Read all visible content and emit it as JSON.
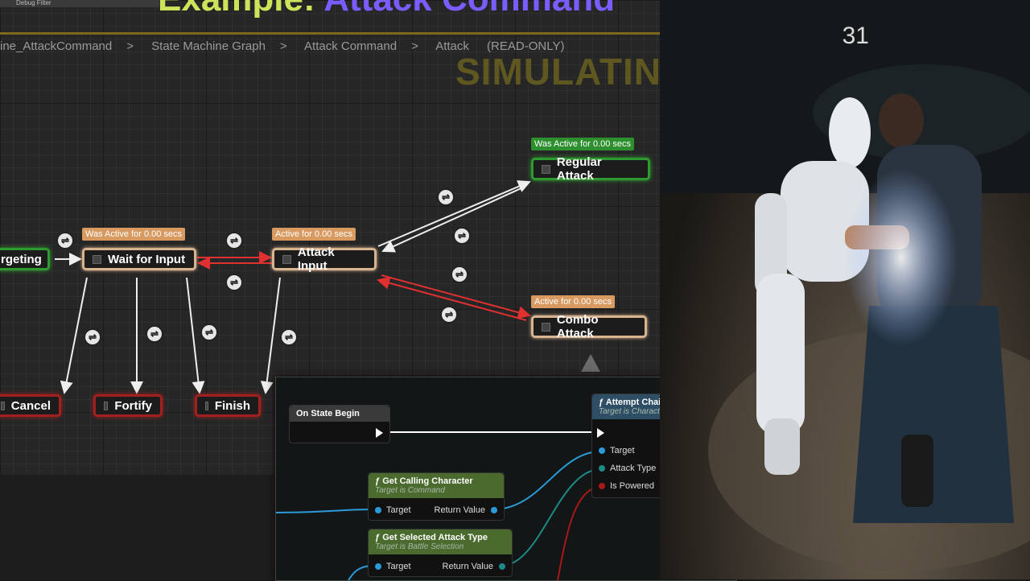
{
  "header": {
    "debug_filter": "Debug Filter",
    "title_part1": "Example: ",
    "title_part2": "Attack Command",
    "breadcrumb": [
      "ine_AttackCommand",
      "State Machine Graph",
      "Attack Command",
      "Attack",
      "(READ-ONLY)"
    ],
    "breadcrumb_sep": ">",
    "simulating": "SIMULATING"
  },
  "states": {
    "targeting": "rgeting",
    "wait_for_input": "Wait for Input",
    "attack_input": "Attack Input",
    "regular_attack": "Regular Attack",
    "combo_attack": "Combo Attack",
    "cancel": "Cancel",
    "fortify": "Fortify",
    "finish": "Finish"
  },
  "badges": {
    "wait": "Was Active for 0.00 secs",
    "attack_input": "Active for 0.00 secs",
    "regular": "Was Active for 0.00 secs",
    "combo": "Active for 0.00 secs"
  },
  "blueprint": {
    "on_state_begin": "On State Begin",
    "attempt_chain": {
      "title": "Attempt Chain Attack",
      "subtitle": "Target is Character Base",
      "pins": [
        "Target",
        "Attack Type",
        "Is Powered"
      ]
    },
    "get_calling": {
      "title": "Get Calling Character",
      "subtitle": "Target is Command",
      "in": "Target",
      "out": "Return Value"
    },
    "get_selected": {
      "title": "Get Selected Attack Type",
      "subtitle": "Target is Battle Selection",
      "in": "Target",
      "out": "Return Value"
    }
  },
  "viewport": {
    "fps": "31"
  },
  "colors": {
    "tan": "#d8b38e",
    "green": "#2f9a2f",
    "red": "#a32020",
    "accent_yellow": "#cfe35a",
    "accent_purple": "#7a5cff"
  }
}
